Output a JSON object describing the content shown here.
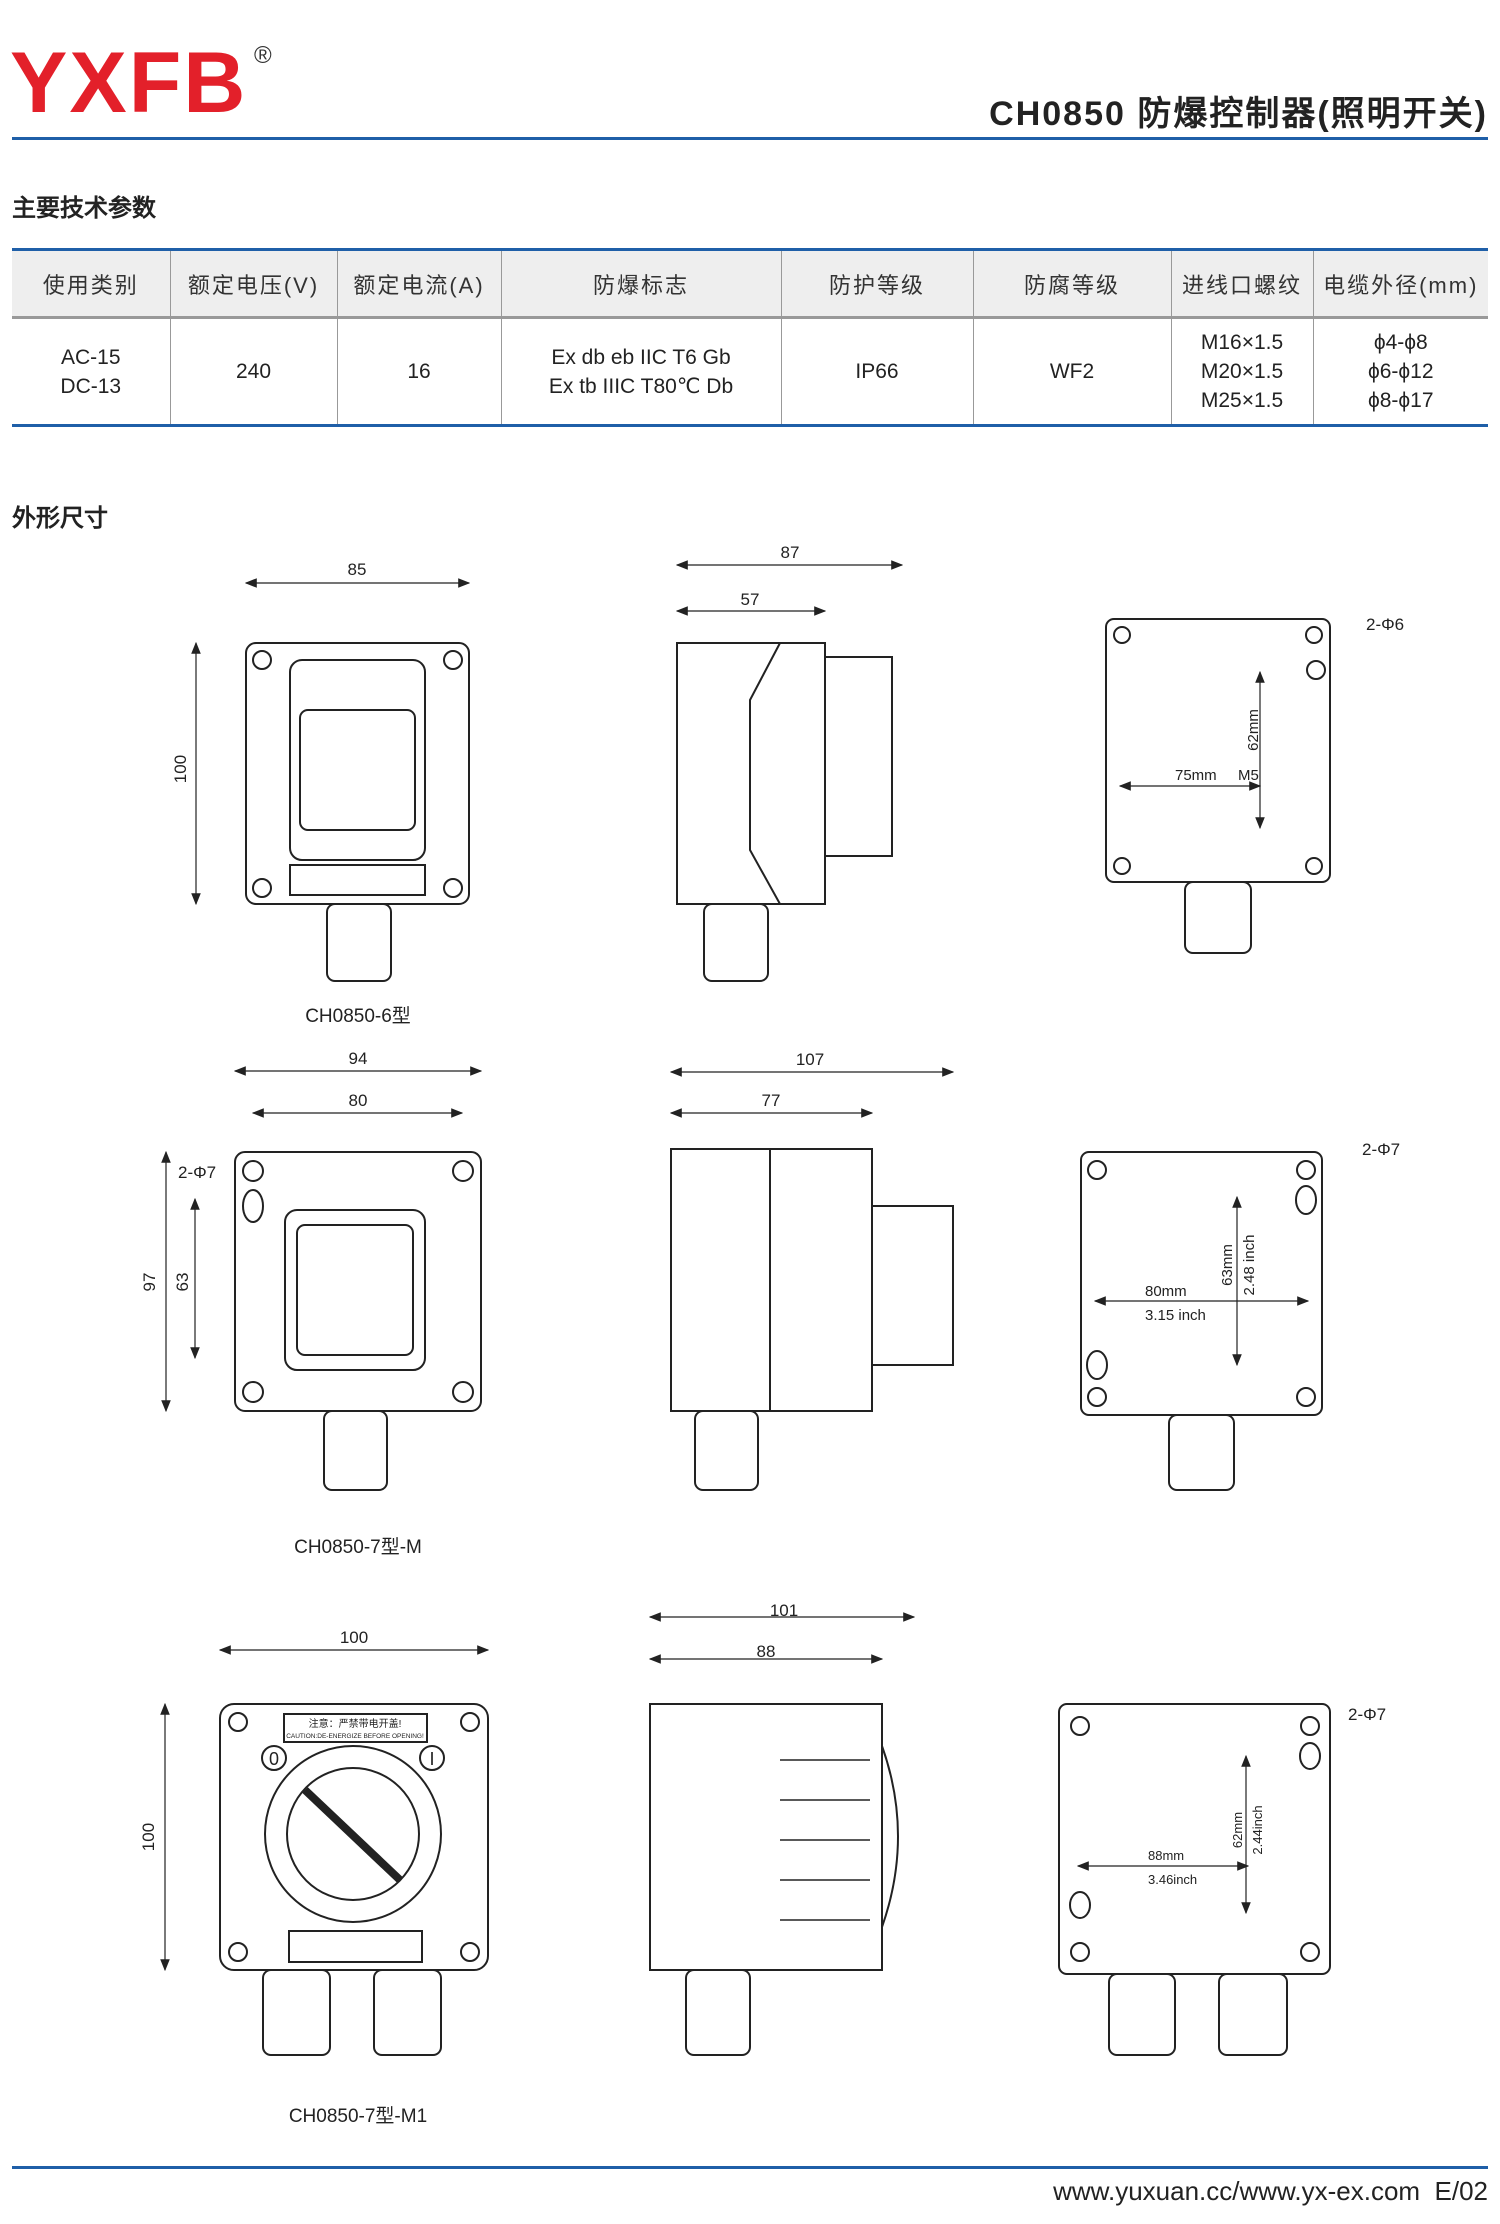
{
  "header": {
    "logo": "YXFB",
    "registered": "®",
    "title": "CH0850 防爆控制器(照明开关)"
  },
  "sections": {
    "specs": "主要技术参数",
    "dimensions": "外形尺寸"
  },
  "table": {
    "headers": [
      "使用类别",
      "额定电压(V)",
      "额定电流(A)",
      "防爆标志",
      "防护等级",
      "防腐等级",
      "进线口螺纹",
      "电缆外径(mm)"
    ],
    "row": {
      "category": [
        "AC-15",
        "DC-13"
      ],
      "voltage": "240",
      "current": "16",
      "ex_marking": [
        "Ex db eb IIC T6 Gb",
        "Ex tb IIIC T80℃ Db"
      ],
      "ip": "IP66",
      "anticorrosion": "WF2",
      "thread": [
        "M16×1.5",
        "M20×1.5",
        "M25×1.5"
      ],
      "cable": [
        "ϕ4-ϕ8",
        "ϕ6-ϕ12",
        "ϕ8-ϕ17"
      ]
    }
  },
  "drawings": [
    {
      "caption": "CH0850-6型",
      "front": {
        "width": "85",
        "height": "100"
      },
      "side": {
        "total": "87",
        "body": "57"
      },
      "back": {
        "holes": "2-Φ6",
        "v": "62mm",
        "h": "75mm",
        "screw": "M5"
      }
    },
    {
      "caption": "CH0850-7型-M",
      "front": {
        "width": "94",
        "inner": "80",
        "height": "97",
        "inner_h": "63",
        "holes": "2-Φ7"
      },
      "side": {
        "total": "107",
        "body": "77"
      },
      "back": {
        "holes": "2-Φ7",
        "v": "63mm",
        "v_in": "2.48 inch",
        "h": "80mm",
        "h_in": "3.15 inch"
      }
    },
    {
      "caption": "CH0850-7型-M1",
      "front": {
        "width": "100",
        "height": "100",
        "caution_cn": "注意：严禁带电开盖!",
        "caution_en": "CAUTION:DE-ENERGIZE BEFORE OPENING!",
        "off": "0",
        "on": "I"
      },
      "side": {
        "total": "101",
        "body": "88"
      },
      "back": {
        "holes": "2-Φ7",
        "v": "62mm",
        "v_in": "2.44inch",
        "h": "88mm",
        "h_in": "3.46inch"
      }
    }
  ],
  "footer": {
    "text": "www.yuxuan.cc/www.yx-ex.com  E/02"
  },
  "colors": {
    "brand": "#e3202a",
    "accent": "#1f5fa8"
  }
}
